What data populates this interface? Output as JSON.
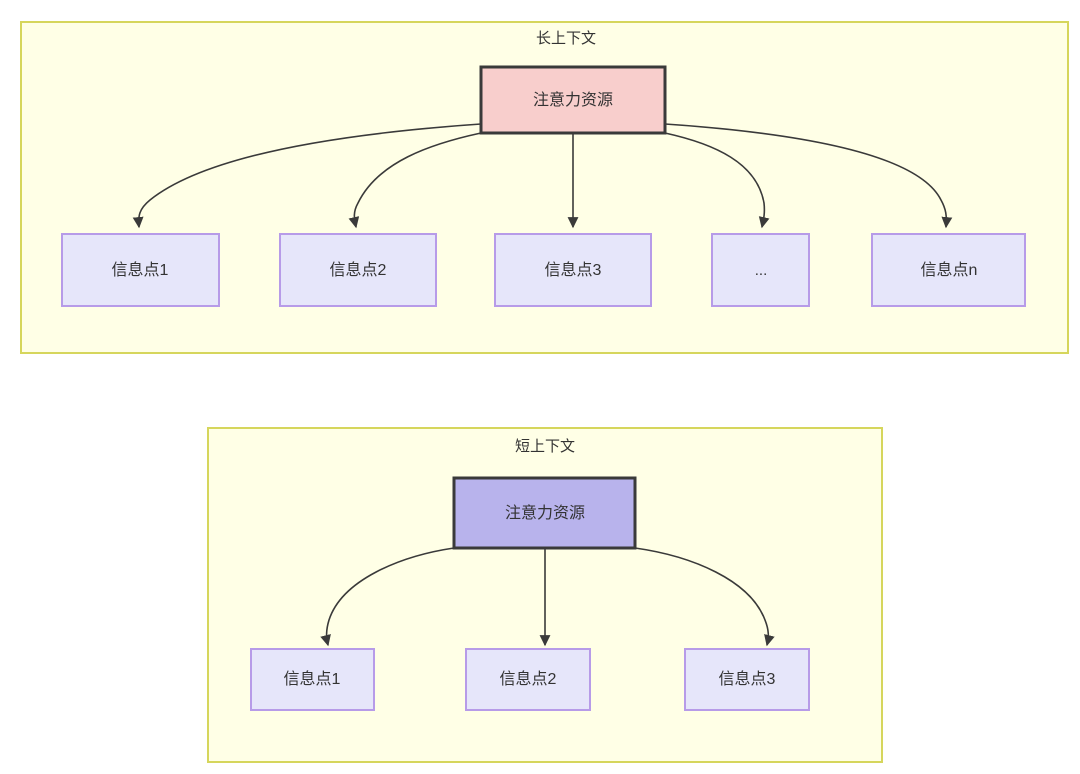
{
  "figure": {
    "title_visible": false,
    "background_color": "#ffffff"
  },
  "palette": {
    "container_fill": "#FFFFE6",
    "container_stroke": "#D6D65C",
    "attention_long_fill": "#F8CECC",
    "attention_short_fill": "#B8B3EC",
    "attention_stroke": "#3A3A3A",
    "info_fill": "#E6E6FA",
    "info_stroke": "#B79BE8",
    "edge_stroke": "#3A3A3A",
    "text_color": "#333333"
  },
  "groups": [
    {
      "id": "long-context",
      "title": "长上下文",
      "root": {
        "id": "attention-long",
        "label": "注意力资源"
      },
      "children": [
        {
          "id": "info-1",
          "label": "信息点1"
        },
        {
          "id": "info-2",
          "label": "信息点2"
        },
        {
          "id": "info-3",
          "label": "信息点3"
        },
        {
          "id": "info-ellipsis",
          "label": "..."
        },
        {
          "id": "info-n",
          "label": "信息点n"
        }
      ],
      "edge_count": 5
    },
    {
      "id": "short-context",
      "title": "短上下文",
      "root": {
        "id": "attention-short",
        "label": "注意力资源"
      },
      "children": [
        {
          "id": "info-s1",
          "label": "信息点1"
        },
        {
          "id": "info-s2",
          "label": "信息点2"
        },
        {
          "id": "info-s3",
          "label": "信息点3"
        }
      ],
      "edge_count": 3
    }
  ]
}
